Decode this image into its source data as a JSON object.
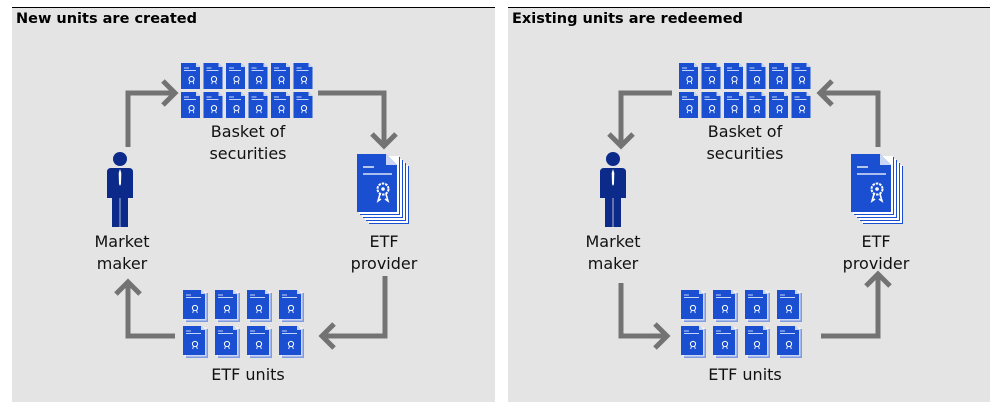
{
  "panels": [
    {
      "id": "created",
      "title": "New units are created",
      "nodes": {
        "basket": {
          "line1": "Basket of",
          "line2": "securities"
        },
        "provider": {
          "line1": "ETF",
          "line2": "provider"
        },
        "units": {
          "label": "ETF units"
        },
        "maker": {
          "line1": "Market",
          "line2": "maker"
        }
      },
      "flow": [
        "Market maker → Basket of securities",
        "Basket of securities → ETF provider",
        "ETF provider → ETF units",
        "ETF units → Market maker"
      ]
    },
    {
      "id": "redeemed",
      "title": "Existing units are redeemed",
      "nodes": {
        "basket": {
          "line1": "Basket of",
          "line2": "securities"
        },
        "provider": {
          "line1": "ETF",
          "line2": "provider"
        },
        "units": {
          "label": "ETF units"
        },
        "maker": {
          "line1": "Market",
          "line2": "maker"
        }
      },
      "flow": [
        "Basket of securities → Market maker",
        "ETF provider → Basket of securities",
        "ETF units → ETF provider",
        "Market maker → ETF units"
      ]
    }
  ],
  "colors": {
    "panel_bg": "#e4e4e4",
    "doc_blue": "#1a4fd1",
    "doc_shadow": "#7f9be0",
    "person_navy": "#0b2a8a",
    "arrow_gray": "#737373"
  }
}
